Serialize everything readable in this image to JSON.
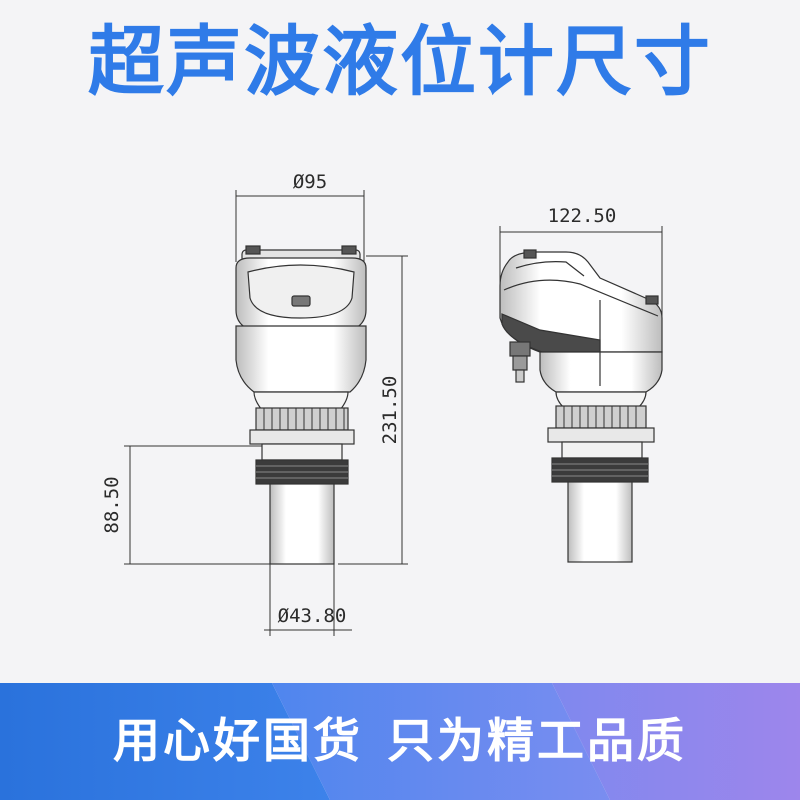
{
  "title": "超声波液位计尺寸",
  "dimensions": {
    "body_diameter": "Ø95",
    "side_width": "122.50",
    "total_height": "231.50",
    "sensor_length": "88.50",
    "sensor_diameter": "Ø43.80"
  },
  "slogan": {
    "part1": "用心好国货",
    "part2": "只为精工品质"
  },
  "colors": {
    "title": "#2f7be8",
    "banner_blue": "#2e78e2",
    "banner_mid": "#5f8cf0",
    "banner_purple": "#8f84ee",
    "line": "#333333",
    "body_fill": "#ffffff",
    "shadow_fill": "#d9d9d9"
  }
}
